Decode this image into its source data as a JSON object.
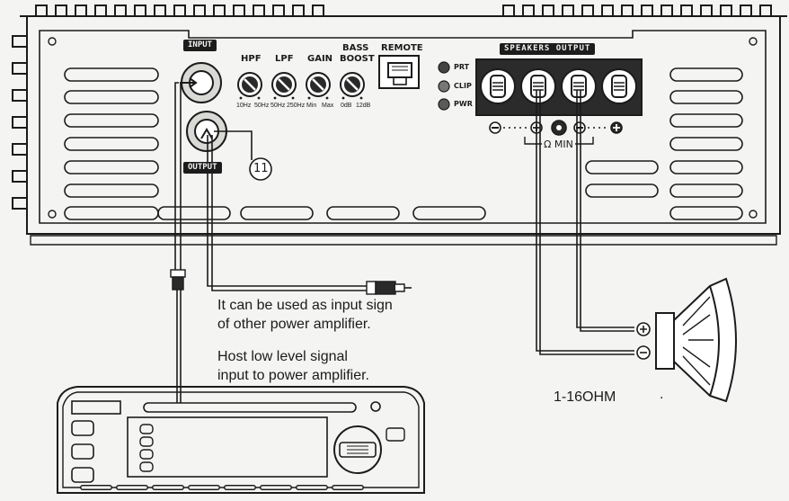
{
  "panel": {
    "input_label": "INPUT",
    "output_label": "OUTPUT",
    "hpf_label": "HPF",
    "lpf_label": "LPF",
    "gain_label": "GAIN",
    "bass_label_1": "BASS",
    "bass_label_2": "BOOST",
    "remote_label": "REMOTE",
    "hpf_min": "10Hz",
    "hpf_max": "50Hz",
    "lpf_min": "50Hz",
    "lpf_max": "250Hz",
    "gain_min": "Min",
    "gain_max": "Max",
    "bass_min": "0dB",
    "bass_max": "12dB",
    "led_prt": "PRT",
    "led_clip": "CLIP",
    "led_pwr": "PWR",
    "speakers_output_label": "SPEAKERS OUTPUT",
    "ohm_min_label": "Ω MIN",
    "callout_number": "11"
  },
  "notes": {
    "output_line_1": "It can be used as input sign",
    "output_line_2": "of other power amplifier.",
    "input_line_1": "Host low level signal",
    "input_line_2": "input to power amplifier.",
    "impedance": "1-16OHM",
    "impedance_dot": "."
  },
  "speaker": {
    "plus_symbol": "⊕",
    "minus_symbol": "⊖"
  },
  "colors": {
    "ink": "#1b1b1b",
    "paper": "#f4f4f2",
    "knob_fill": "#2a2a2a"
  }
}
